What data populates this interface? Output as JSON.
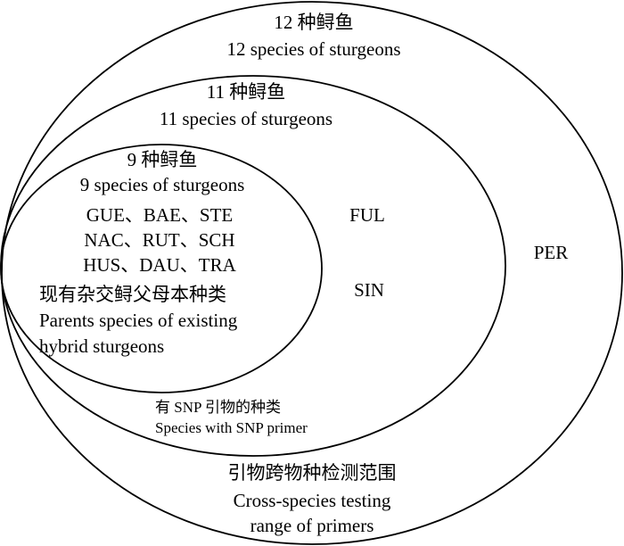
{
  "outer": {
    "title_cn": "12 种鲟鱼",
    "title_en": "12 species of sturgeons",
    "species": "PER",
    "caption_cn": "引物跨物种检测范围",
    "caption_en_1": "Cross-species testing",
    "caption_en_2": "range of primers"
  },
  "middle": {
    "title_cn": "11 种鲟鱼",
    "title_en": "11 species of sturgeons",
    "species_1": "FUL",
    "species_2": "SIN",
    "caption_cn": "有 SNP 引物的种类",
    "caption_en": "Species with SNP primer"
  },
  "inner": {
    "title_cn": "9 种鲟鱼",
    "title_en": "9 species of sturgeons",
    "species_rows": [
      "GUE、BAE、STE",
      "NAC、RUT、SCH",
      "HUS、DAU、TRA"
    ],
    "caption_cn": "现有杂交鲟父母本种类",
    "caption_en_1": "Parents species of existing",
    "caption_en_2": "hybrid sturgeons"
  }
}
